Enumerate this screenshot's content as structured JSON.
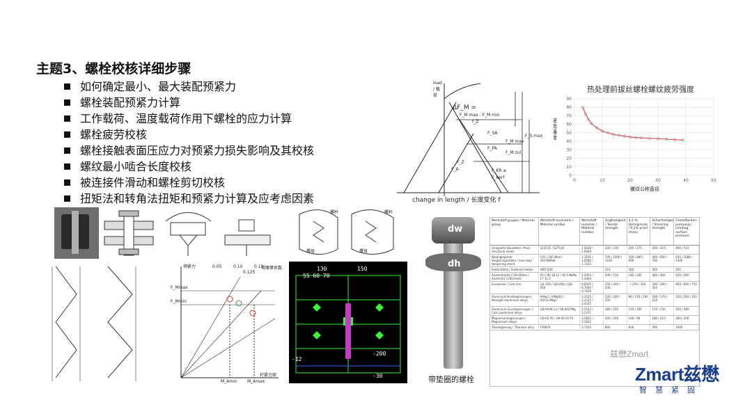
{
  "slide": {
    "title": "主题3、螺栓校核详细步骤",
    "bullets": [
      "如何确定最小、最大装配预紧力",
      "螺栓装配预紧力计算",
      "工作载荷、温度载荷作用下螺栓的应力计算",
      "螺栓疲劳校核",
      "螺栓接触表面压应力对预紧力损失影响及其校核",
      "螺纹最小啮合长度校核",
      "被连接件滑动和螺栓剪切校核",
      "扭矩法和转角法扭矩和预紧力计算及应考虑因素"
    ]
  },
  "joint_diagram": {
    "x_axis_label": "change in length / 长度变化 f",
    "y_axis_label": "load / 载荷",
    "labels": [
      "ΔF_M =",
      "F_M max - F_M min",
      "f_Z",
      "F_SA",
      "F_PA",
      "F_Z",
      "F_KR ≥",
      "F_Kerf",
      "F_M max",
      "F_M zul",
      "F_S max",
      "F_A"
    ]
  },
  "fatigue_chart": {
    "title": "热处理前拔丝螺栓螺纹疲劳强度",
    "xlabel": "螺纹公称直径",
    "ylabel": "疲劳强度",
    "accent": "#e05050"
  },
  "chart_data": {
    "type": "scatter",
    "title": "热处理前拔丝螺栓螺纹疲劳强度",
    "xlabel": "螺纹公称直径",
    "ylabel": "疲劳强度",
    "xlim": [
      0,
      50
    ],
    "ylim": [
      0,
      90
    ],
    "xticks": [
      0,
      10,
      20,
      30,
      40,
      50
    ],
    "yticks": [
      0,
      10,
      20,
      30,
      40,
      50,
      60,
      70,
      80,
      90
    ],
    "grid": true,
    "series": [
      {
        "x": [
          3,
          4,
          5,
          6,
          8,
          10,
          12,
          14,
          16,
          18,
          20,
          22,
          24,
          27,
          30,
          33,
          36,
          39
        ],
        "y": [
          80,
          72,
          66,
          61,
          56,
          52,
          50,
          48,
          47,
          46,
          45,
          44.5,
          44,
          43.5,
          43,
          42.5,
          42,
          41.5
        ]
      }
    ]
  },
  "washer_photo": {
    "dw_label": "dw",
    "dh_label": "dh",
    "caption": "带垫圈的螺栓"
  },
  "material_table": {
    "headers": [
      "Werkstoff-gruppe / Material group",
      "Werkstoff-kurzname / Material symbol",
      "Werkstoff-nummer / Material number",
      "Zugfestigkeit / Tensile strength",
      "0,2 %-Dehngrenze / 0.2% proof stress",
      "Scherfestigkeit / Shearing strength",
      "Grenzflächen-pressung / Limiting surface pressure"
    ],
    "rows": [
      [
        "Unlegierte Baustähle / Plain structural steels",
        "S235 JR / S275 JR",
        "1.0038 / 1.0044",
        "340 / 370",
        "240 / 275",
        "200 / 210",
        "490 / 710"
      ],
      [
        "Niedriglegierte Vergütungsstähle / Low-alloy tempering steels",
        "C45 / 34CrMo4 / 30CrNiMo8",
        "1.1191 / 1.6580 / 1.7225",
        "700 / 1000 / 1100",
        "500 / 800 / 900",
        "400 / 600 / 700",
        "630 / 1080 / 1300"
      ],
      [
        "Sinterstähle / Sintered metals",
        "SINT-D30",
        "-",
        "510",
        "365",
        "300",
        "450"
      ],
      [
        "Austenitische CrNi-Stähle / Austenitic CrNi-steels",
        "X5 CrNi 18 12 / X2 CrNiMo 17 12 2",
        "1.4303 / 1.4404",
        "500 / 510",
        "185 / 205",
        "400 / 400",
        "630 / 460"
      ],
      [
        "Gusseisen / Cast iron",
        "GJL-250 / GJS-400 / GJS-500",
        "0.6025 / 0.7040 / 0.7050",
        "250 / 400 / 500",
        "- / 250 / 320",
        "290 / 360 / 450",
        "850 / 600 / 750"
      ],
      [
        "Aluminium-Knetlegierungen / Wrought aluminium alloys",
        "AlMg3 / AlMgSi1 / AlZn4,5Mg1",
        "3.3535 / 3.2315 / 3.4335",
        "230 / 200 / 350",
        "80 / 170 / 200",
        "180 / 170 / 210",
        "230 / 260 / 350"
      ],
      [
        "Aluminium-Gusslegierungen / Cast aluminium alloys",
        "GK-AlSi9Cu3 / GK-AlSi7Mg",
        "3.2163 / 3.2371",
        "180 / 250",
        "110 / 200",
        "110 / 230",
        "220 / 380"
      ],
      [
        "Magnesiumlegierungen / Magnesium alloys",
        "GD-AZ 91 / GK-AZ 91-T4",
        "3.5812 / 3.5812",
        "300 / 200",
        "160 / 90",
        "180 / 210",
        "280 / 200"
      ],
      [
        "Titanlegierung / Titanium alloy",
        "TiAl6V4",
        "3.7165",
        "890",
        "830",
        "590",
        "1000"
      ]
    ]
  },
  "cad_labels": [
    "130",
    "55 60 70",
    "150",
    "-12",
    "-200",
    "-30"
  ],
  "thread_labels": [
    "螺杆",
    "螺母",
    "螺杆",
    "螺母"
  ],
  "shear_diagram": {
    "labels": [
      "F_Mmax",
      "F_Mmin",
      "M_Amin",
      "M_Amax",
      "0.05",
      "0.15",
      "0.10",
      "0.125",
      "预紧力",
      "拧紧力矩",
      "带摩擦系数"
    ]
  },
  "brand": {
    "name": "Zmart兹懋",
    "sub": "智慧紧固",
    "wechat": "兹懋Zmart"
  }
}
